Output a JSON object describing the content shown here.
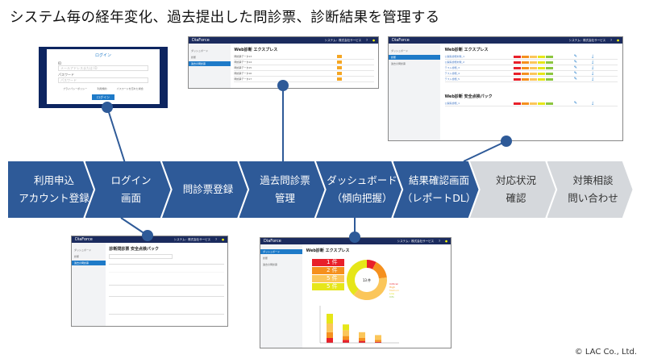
{
  "title": "システム毎の経年変化、過去提出した問診票、診断結果を管理する",
  "steps": [
    {
      "label": "利用申込\nアカウント登録",
      "state": "done"
    },
    {
      "label": "ログイン\n画面",
      "state": "done"
    },
    {
      "label": "問診票登録",
      "state": "done"
    },
    {
      "label": "過去問診票\n管理",
      "state": "done"
    },
    {
      "label": "ダッシュボード\n（傾向把握）",
      "state": "done"
    },
    {
      "label": "結果確認画面\n（レポートDL）",
      "state": "done"
    },
    {
      "label": "対応状況\n確認",
      "state": "future"
    },
    {
      "label": "対策相談\n問い合わせ",
      "state": "future"
    }
  ],
  "app": {
    "brand": "DiaForce",
    "service": "システム：株式会社サービス",
    "nav": [
      "ダッシュボード",
      "診断",
      "過去の問診票"
    ]
  },
  "login": {
    "title": "ログイン",
    "id_label": "ID",
    "id_placeholder": "メールアドレスまたは ID",
    "pw_label": "パスワード",
    "pw_placeholder": "パスワード",
    "links": [
      "プライバシーポリシー",
      "利用規約",
      "パスワードを忘れた場合"
    ],
    "button": "ログイン"
  },
  "past": {
    "heading": "Web診断 エクスプレス",
    "rows": [
      "問診票データ13",
      "問診票データ14",
      "問診票データ15",
      "問診票データ16",
      "問診票データ17"
    ]
  },
  "result": {
    "sections": [
      {
        "heading": "Web診断 エクスプレス",
        "rows": [
          "公開系診断対象_1",
          "公開系診断対象_2",
          "テスト診断_3",
          "テスト診断_4",
          "テスト診断_5"
        ]
      },
      {
        "heading": "Web診断 安全点検パック",
        "rows": [
          "公開系診断_1"
        ]
      }
    ]
  },
  "question": {
    "heading": "診断問診票 安全点検パック"
  },
  "dashboard": {
    "heading": "Web診断 エクスプレス",
    "counts": [
      "1 件",
      "2 件",
      "5 件",
      "5 件"
    ],
    "total": "13 件",
    "legend": [
      "Critical",
      "High",
      "Medium",
      "Low",
      "Info"
    ]
  },
  "colors": {
    "critical": "#e8202a",
    "high": "#f5901e",
    "medium": "#fbc65a",
    "low": "#e6e619",
    "info": "#8cc63f"
  },
  "copyright": "© LAC Co., Ltd."
}
